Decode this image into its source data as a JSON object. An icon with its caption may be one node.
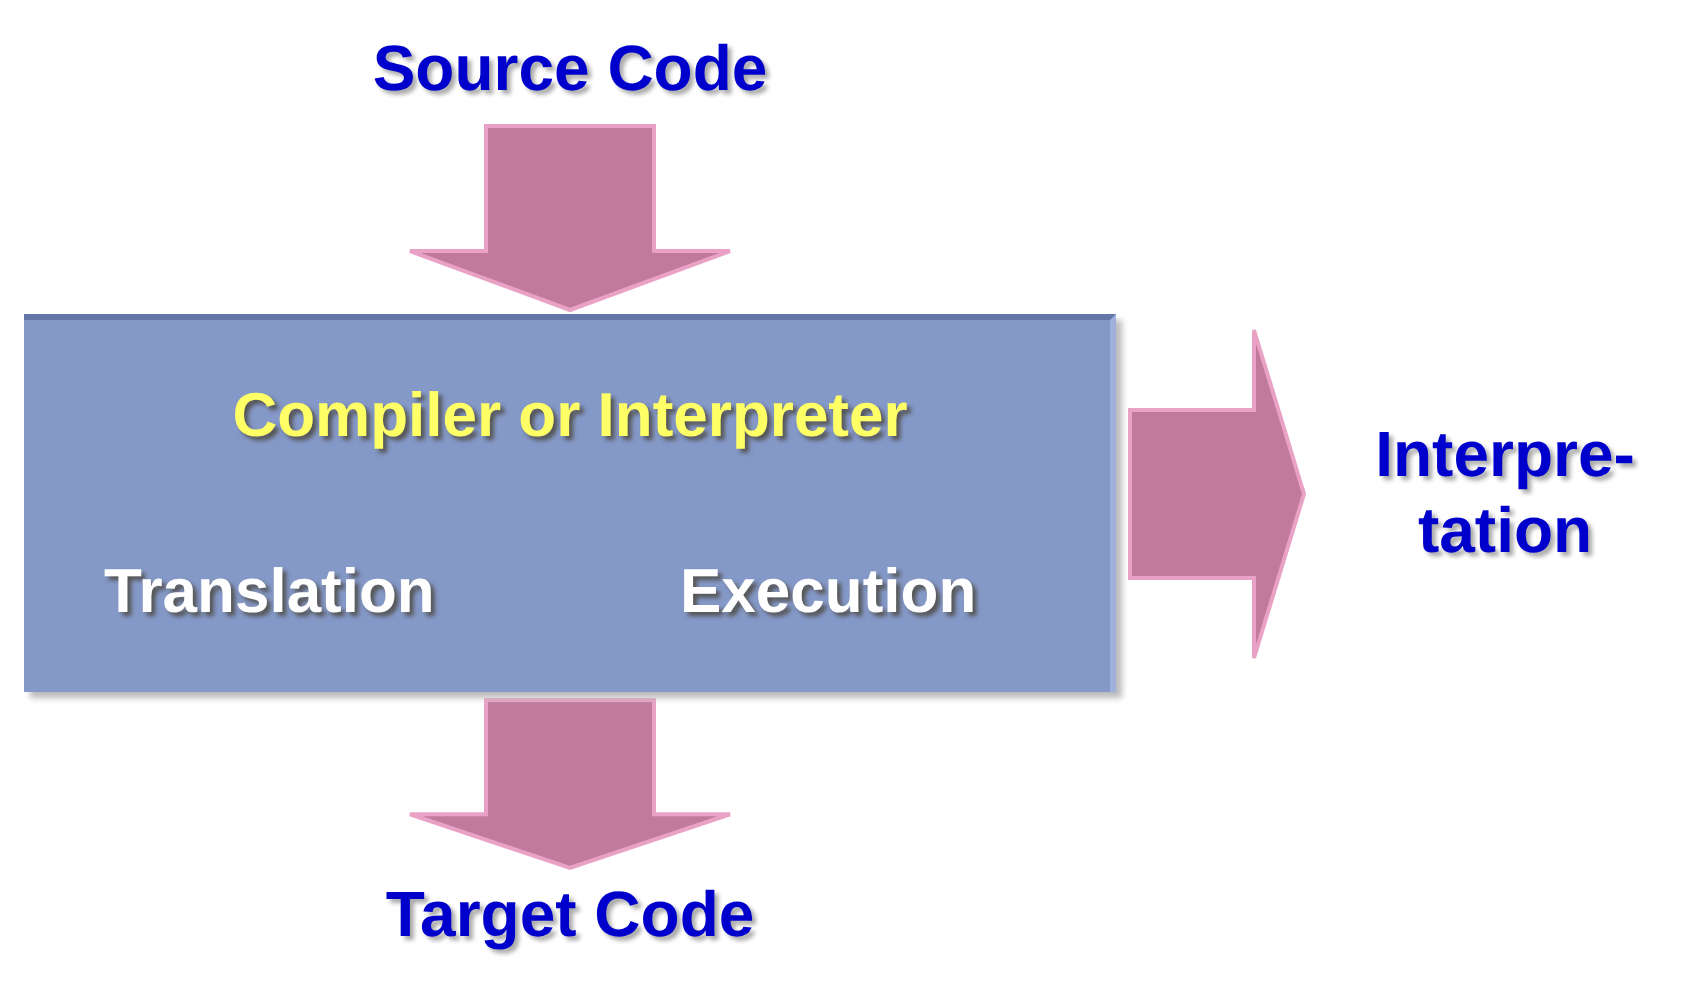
{
  "diagram": {
    "nodes": [
      {
        "text": [
          "Source Code"
        ]
      },
      {
        "text": [
          "Compiler or Interpreter",
          "Translation",
          "Execution"
        ]
      },
      {
        "text": [
          "Interpre- tation"
        ]
      },
      {
        "text": [
          "Target Code"
        ]
      }
    ],
    "edges": [
      {
        "from": 0,
        "to": 1,
        "arrow": "to"
      },
      {
        "from": 1,
        "to": 2,
        "arrow": "to"
      },
      {
        "from": 1,
        "to": 3,
        "arrow": "to"
      }
    ]
  }
}
